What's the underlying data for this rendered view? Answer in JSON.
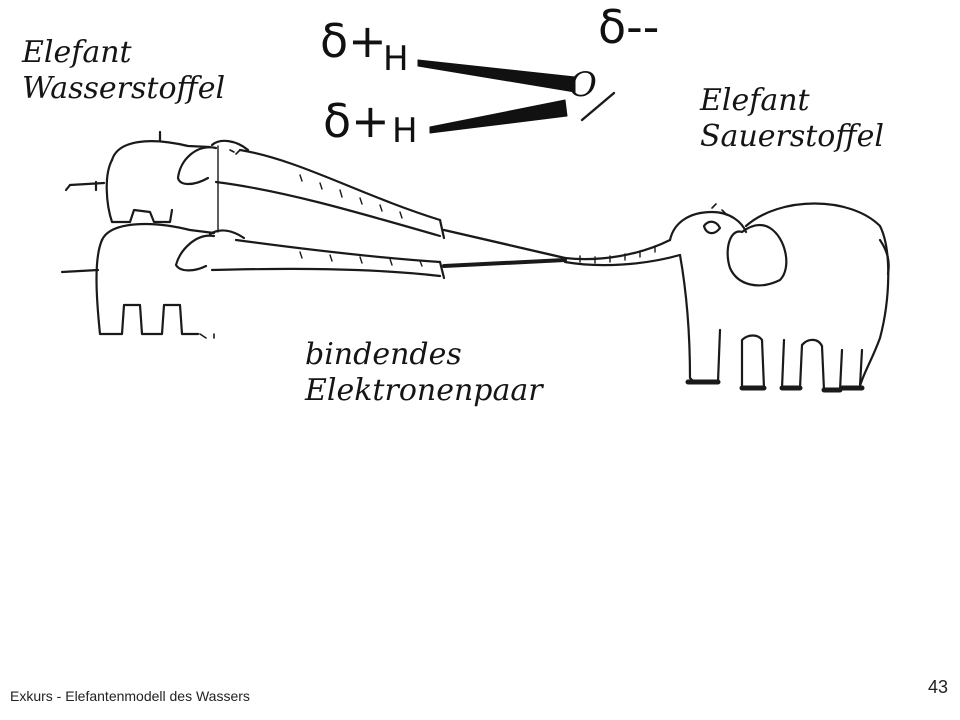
{
  "diagram": {
    "hydrogen_label": {
      "line1": "Elefant",
      "line2": "Wasserstoffel"
    },
    "oxygen_label": {
      "line1": "Elefant",
      "line2": "Sauerstoffel"
    },
    "pair_label": {
      "line1": "bindendes",
      "line2": "Elektronenpaar"
    },
    "formula": {
      "partial_positive_top": "δ+",
      "partial_positive_bottom": "δ+",
      "partial_negative": "δ--",
      "hydrogen_top": "H",
      "hydrogen_bottom": "H",
      "oxygen": "O"
    }
  },
  "footer": {
    "title": "Exkurs - Elefantenmodell des Wassers",
    "page_number": "43"
  }
}
